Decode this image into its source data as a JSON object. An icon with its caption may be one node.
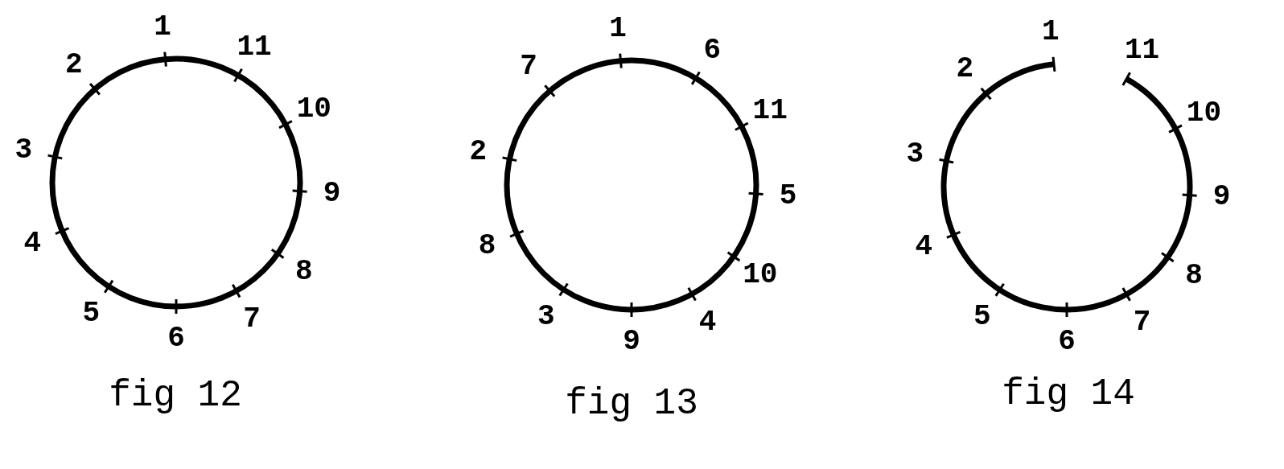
{
  "diagram": {
    "labels": [
      "1",
      "2",
      "3",
      "4",
      "5",
      "6",
      "7",
      "8",
      "9",
      "10",
      "11",
      "fig 12",
      "1",
      "6",
      "11",
      "5",
      "10",
      "4",
      "9",
      "3",
      "8",
      "2",
      "7",
      "fig 13",
      "1",
      "2",
      "3",
      "4",
      "5",
      "6",
      "7",
      "8",
      "9",
      "10",
      "11",
      "fig 14"
    ]
  }
}
